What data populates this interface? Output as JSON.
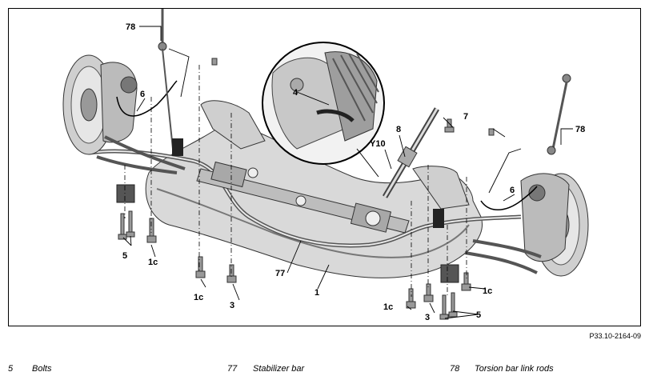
{
  "figure": {
    "id": "P33.10-2164-09",
    "callouts": {
      "c78_left": "78",
      "c78_right": "78",
      "c6_left": "6",
      "c6_right": "6",
      "c4": "4",
      "c7": "7",
      "c8": "8",
      "cY10": "Y10",
      "c5_left": "5",
      "c5_right": "5",
      "c1c_a": "1c",
      "c1c_b": "1c",
      "c1c_c": "1c",
      "c1c_d": "1c",
      "c3_left": "3",
      "c3_right": "3",
      "c77": "77",
      "c1": "1"
    }
  },
  "legend": [
    {
      "number": "5",
      "label": "Bolts"
    },
    {
      "number": "77",
      "label": "Stabilizer bar"
    },
    {
      "number": "78",
      "label": "Torsion bar link rods"
    }
  ],
  "colors": {
    "frame": "#000000",
    "part_fill": "#d4d4d4",
    "part_dark": "#8a8a8a",
    "line": "#000000"
  }
}
